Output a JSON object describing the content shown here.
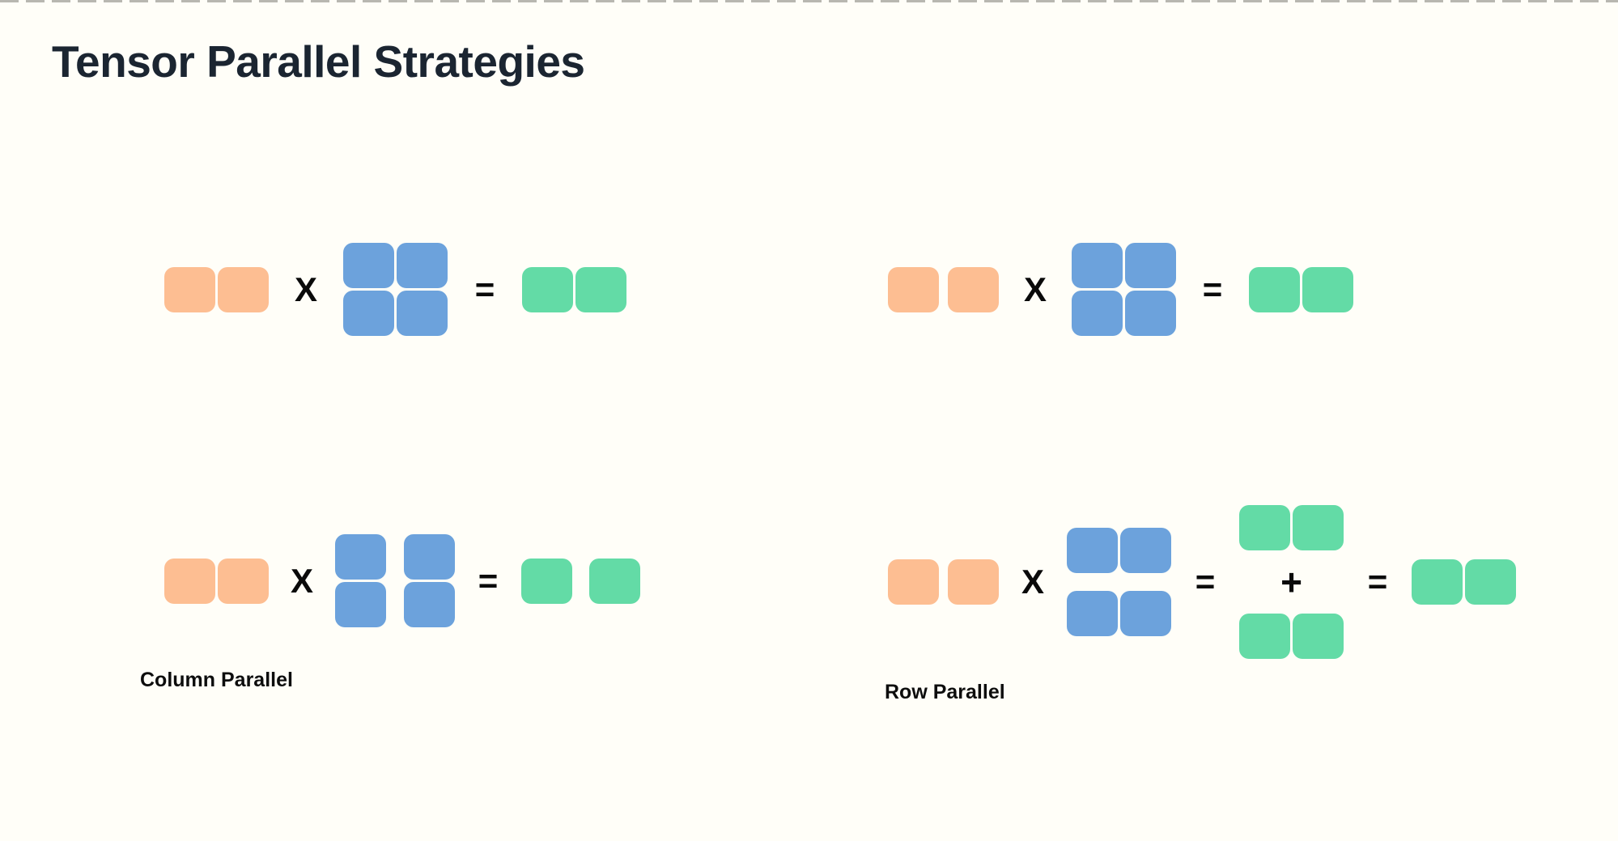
{
  "title": "Tensor Parallel Strategies",
  "labels": {
    "column_parallel": "Column Parallel",
    "row_parallel": "Row Parallel"
  },
  "operators": {
    "multiply": "X",
    "equals": "=",
    "plus": "+"
  },
  "colors": {
    "background": "#FFFEF8",
    "input-block": "#FDBE92",
    "weight-block": "#6CA2DC",
    "output-block": "#63DBA6",
    "title-text": "#1B2531",
    "label-text": "#0D0D0D",
    "operator-text": "#0A0A0A"
  },
  "diagrams": {
    "full_matmul_left": {
      "input_blocks": 2,
      "weight_blocks": 4,
      "output_blocks": 2,
      "input_split": false,
      "weight_split": "none",
      "output_split": false
    },
    "full_matmul_right": {
      "input_blocks": 2,
      "weight_blocks": 4,
      "output_blocks": 2,
      "input_split": true,
      "weight_split": "none",
      "output_split": false
    },
    "column_parallel": {
      "input_blocks": 2,
      "weight_blocks": 4,
      "output_blocks": 2,
      "input_split": false,
      "weight_split": "columns",
      "output_split": true
    },
    "row_parallel": {
      "input_blocks": 2,
      "weight_blocks": 4,
      "partial_output_blocks": 4,
      "output_blocks": 2,
      "input_split": true,
      "weight_split": "rows",
      "output_split": false
    }
  }
}
